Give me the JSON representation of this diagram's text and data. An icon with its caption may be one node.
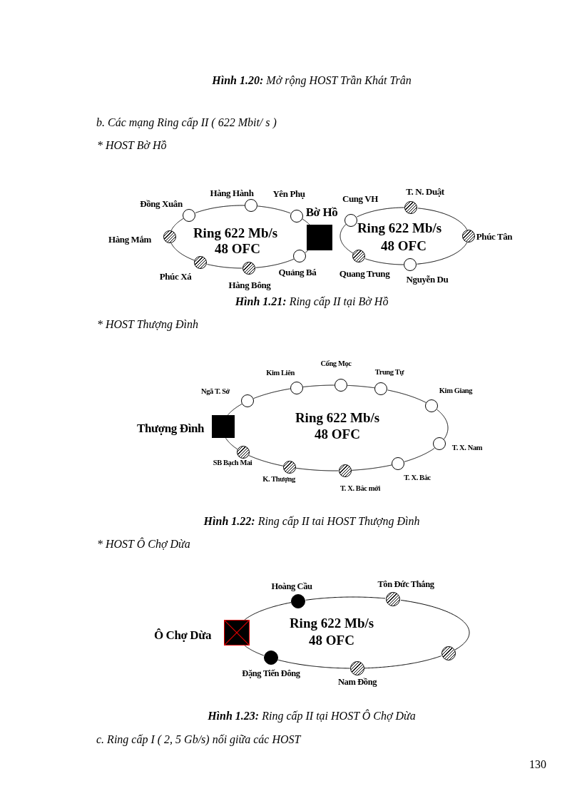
{
  "diagram": {
    "nodes": [
      {
        "text": [
          "Bờ Hồ"
        ]
      },
      {
        "text": [
          "Yên Phụ"
        ]
      },
      {
        "text": [
          "Hàng Hành"
        ]
      },
      {
        "text": [
          "Đồng Xuân"
        ]
      },
      {
        "text": [
          "Hàng Mắm"
        ]
      },
      {
        "text": [
          "Phúc Xá"
        ]
      },
      {
        "text": [
          "Hàng Bông"
        ]
      },
      {
        "text": [
          "Quảng Bá"
        ]
      },
      {
        "text": [
          "Cung VH"
        ]
      },
      {
        "text": [
          "T. N. Duật"
        ]
      },
      {
        "text": [
          "Phúc Tân"
        ]
      },
      {
        "text": [
          "Nguyễn Du"
        ]
      },
      {
        "text": [
          "Quang Trung"
        ]
      },
      {
        "text": [
          "Thượng Đình"
        ]
      },
      {
        "text": [
          "Ngã T. Sở"
        ]
      },
      {
        "text": [
          "Kim Liên"
        ]
      },
      {
        "text": [
          "Cống Mọc"
        ]
      },
      {
        "text": [
          "Trung Tự"
        ]
      },
      {
        "text": [
          "Kim Giang"
        ]
      },
      {
        "text": [
          "T. X. Nam"
        ]
      },
      {
        "text": [
          "T. X. Bắc"
        ]
      },
      {
        "text": [
          "T. X. Bắc mới"
        ]
      },
      {
        "text": [
          "K. Thượng"
        ]
      },
      {
        "text": [
          "SB Bạch Mai"
        ]
      },
      {
        "text": [
          "Ô Chợ Dừa"
        ]
      },
      {
        "text": [
          "Hoàng Cầu"
        ]
      },
      {
        "text": [
          "Tôn Đức Thắng"
        ]
      },
      {
        "text": [],
        "shape": "circle"
      },
      {
        "text": [
          "Nam Đồng"
        ]
      },
      {
        "text": [
          "Đặng Tiến Đông"
        ]
      }
    ],
    "edges": [
      {
        "from": 0,
        "to": 1,
        "arrow": "none"
      },
      {
        "from": 1,
        "to": 2,
        "arrow": "none"
      },
      {
        "from": 2,
        "to": 3,
        "arrow": "none"
      },
      {
        "from": 3,
        "to": 4,
        "arrow": "none"
      },
      {
        "from": 4,
        "to": 5,
        "arrow": "none"
      },
      {
        "from": 5,
        "to": 6,
        "arrow": "none"
      },
      {
        "from": 6,
        "to": 7,
        "arrow": "none"
      },
      {
        "from": 7,
        "to": 0,
        "arrow": "none"
      },
      {
        "from": 0,
        "to": 8,
        "arrow": "none"
      },
      {
        "from": 8,
        "to": 9,
        "arrow": "none"
      },
      {
        "from": 9,
        "to": 10,
        "arrow": "none"
      },
      {
        "from": 10,
        "to": 11,
        "arrow": "none"
      },
      {
        "from": 11,
        "to": 12,
        "arrow": "none"
      },
      {
        "from": 12,
        "to": 0,
        "arrow": "none"
      },
      {
        "from": 13,
        "to": 14,
        "arrow": "none"
      },
      {
        "from": 14,
        "to": 15,
        "arrow": "none"
      },
      {
        "from": 15,
        "to": 16,
        "arrow": "none"
      },
      {
        "from": 16,
        "to": 17,
        "arrow": "none"
      },
      {
        "from": 17,
        "to": 18,
        "arrow": "none"
      },
      {
        "from": 18,
        "to": 19,
        "arrow": "none"
      },
      {
        "from": 19,
        "to": 20,
        "arrow": "none"
      },
      {
        "from": 20,
        "to": 21,
        "arrow": "none"
      },
      {
        "from": 21,
        "to": 22,
        "arrow": "none"
      },
      {
        "from": 22,
        "to": 23,
        "arrow": "none"
      },
      {
        "from": 23,
        "to": 13,
        "arrow": "none"
      },
      {
        "from": 24,
        "to": 25,
        "arrow": "none"
      },
      {
        "from": 25,
        "to": 26,
        "arrow": "none"
      },
      {
        "from": 26,
        "to": 27,
        "arrow": "none"
      },
      {
        "from": 27,
        "to": 28,
        "arrow": "none"
      },
      {
        "from": 28,
        "to": 29,
        "arrow": "none"
      },
      {
        "from": 29,
        "to": 24,
        "arrow": "none"
      }
    ],
    "labels": [
      "**Hình 1.20:** Mở rộng HOST Trần Khát Trân",
      "b. Các mạng Ring cấp II ( 622 Mbit/ s )",
      "* HOST Bờ Hồ",
      "Ring 622 Mb/s",
      "48 OFC",
      "Ring 622 Mb/s",
      "48 OFC",
      "**Hình 1.21:** Ring cấp II tại Bờ Hồ",
      "* HOST Thượng Đình",
      "Ring 622 Mb/s",
      "48 OFC",
      "**Hình 1.22:** Ring cấp II tai HOST Thượng Đình",
      "* HOST Ô Chợ Dừa",
      "Ring 622 Mb/s",
      "48 OFC",
      "**Hình 1.23:** Ring cấp II tại HOST Ô Chợ Dừa",
      "c. Ring cấp I ( 2, 5 Gb/s) nối giữa các HOST",
      "130"
    ]
  }
}
